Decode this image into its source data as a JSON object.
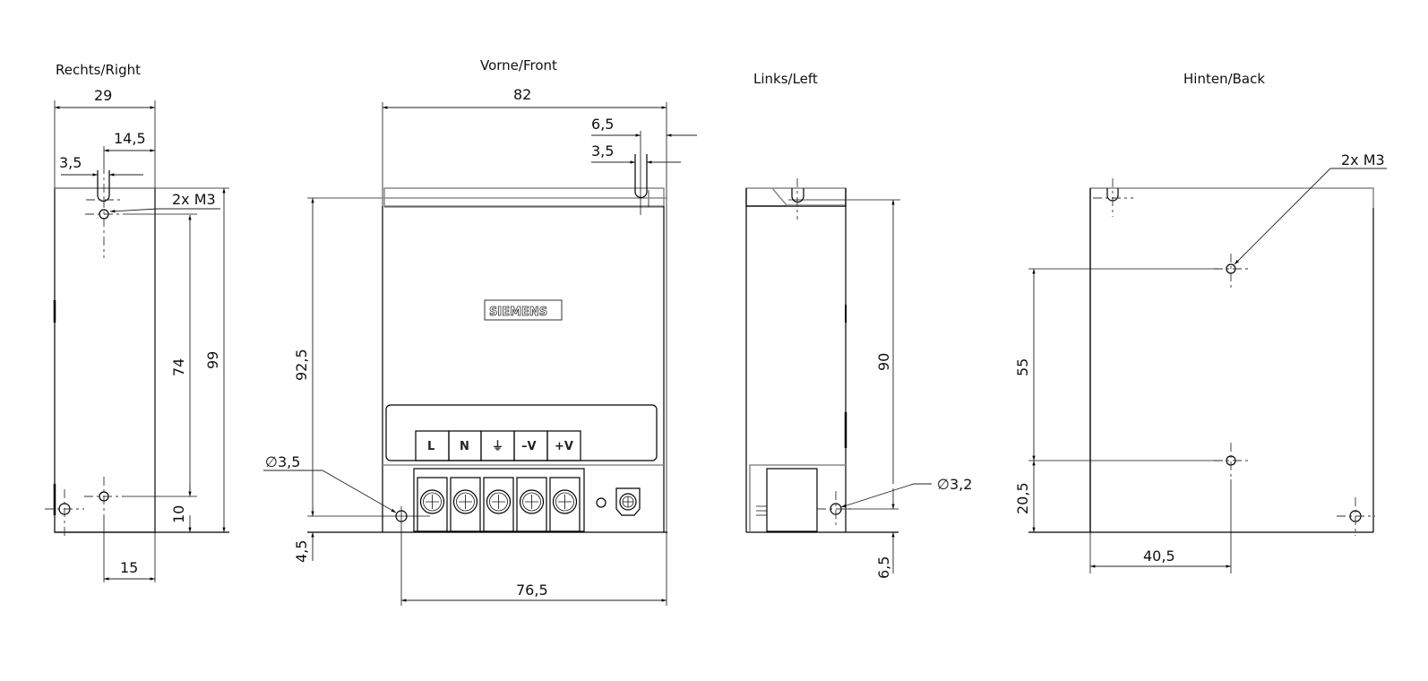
{
  "views": {
    "right": {
      "title": "Rechts/Right",
      "dims": {
        "width": "29",
        "slot_offset": "14,5",
        "slot_width": "3,5",
        "hole_note": "2x M3",
        "hole_spacing": "74",
        "height": "99",
        "hole_bottom": "10",
        "hole_x": "15"
      }
    },
    "front": {
      "title": "Vorne/Front",
      "dims": {
        "width": "82",
        "slot_offset": "6,5",
        "slot_width": "3,5",
        "height": "92,5",
        "hole_diameter": "∅3,5",
        "hole_bottom": "4,5",
        "hole_span": "76,5"
      },
      "logo": "SIEMENS",
      "terminals": [
        "L",
        "N",
        "⏚",
        "–V",
        "+V"
      ]
    },
    "left": {
      "title": "Links/Left",
      "dims": {
        "height": "90",
        "hole_diameter": "∅3,2",
        "hole_bottom": "6,5"
      }
    },
    "back": {
      "title": "Hinten/Back",
      "dims": {
        "hole_note": "2x M3",
        "hole_spacing": "55",
        "hole_bottom": "20,5",
        "hole_x": "40,5"
      }
    }
  }
}
